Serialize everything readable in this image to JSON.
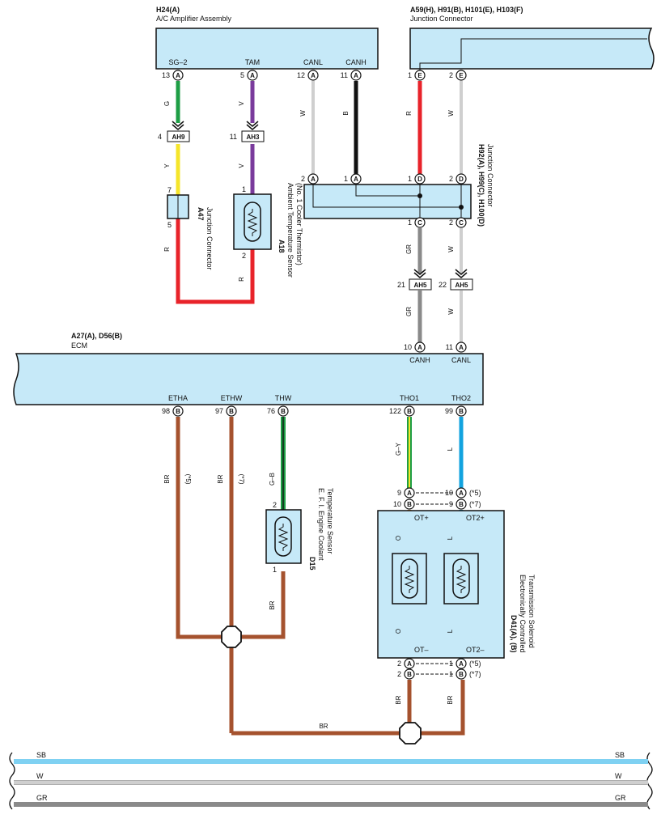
{
  "components": {
    "h24": {
      "code": "H24(A)",
      "name": "A/C Amplifier Assembly",
      "pins": [
        {
          "num": "13",
          "sig": "SG–2",
          "conn": "A"
        },
        {
          "num": "5",
          "sig": "TAM",
          "conn": "A"
        },
        {
          "num": "12",
          "sig": "CANL",
          "conn": "A"
        },
        {
          "num": "11",
          "sig": "CANH",
          "conn": "A"
        }
      ]
    },
    "jc_top": {
      "code": "A59(H), H91(B), H101(E), H103(F)",
      "name": "Junction Connector",
      "pins": [
        {
          "num": "1",
          "conn": "E"
        },
        {
          "num": "2",
          "conn": "E"
        }
      ]
    },
    "a47": {
      "code": "A47",
      "name": "Junction Connector",
      "pin_top": "7",
      "pin_bottom": "5"
    },
    "a18": {
      "code": "A18",
      "name": "Ambient Temperature Sensor",
      "sub": "(No. 1 Cooler Thermistor)",
      "pin_top": "1",
      "pin_bottom": "2"
    },
    "h92": {
      "code": "H92(A), H99(C), H100(D)",
      "name": "Junction Connector",
      "top_pins": [
        {
          "num": "2",
          "conn": "A"
        },
        {
          "num": "1",
          "conn": "A"
        },
        {
          "num": "1",
          "conn": "D"
        },
        {
          "num": "2",
          "conn": "D"
        }
      ],
      "bottom_pins": [
        {
          "num": "1",
          "conn": "C"
        },
        {
          "num": "2",
          "conn": "C"
        }
      ]
    },
    "ecm": {
      "code": "A27(A), D56(B)",
      "name": "ECM",
      "top_pins": [
        {
          "num": "10",
          "conn": "A",
          "sig": "CANH"
        },
        {
          "num": "11",
          "conn": "A",
          "sig": "CANL"
        }
      ],
      "bottom_pins": [
        {
          "num": "98",
          "conn": "B",
          "sig": "ETHA"
        },
        {
          "num": "97",
          "conn": "B",
          "sig": "ETHW"
        },
        {
          "num": "76",
          "conn": "B",
          "sig": "THW"
        },
        {
          "num": "122",
          "conn": "B",
          "sig": "THO1"
        },
        {
          "num": "99",
          "conn": "B",
          "sig": "THO2"
        }
      ]
    },
    "d15": {
      "code": "D15",
      "name": "E. F. I. Engine Coolant",
      "sub": "Temperature Sensor",
      "pin_top": "2",
      "pin_bottom": "1"
    },
    "d41": {
      "code": "D41(A), (B)",
      "name": "Electronically Controlled",
      "sub": "Transmission Solenoid",
      "top_rows": [
        {
          "l": "9",
          "lc": "A",
          "r": "10",
          "rc": "A",
          "note": "(*5)"
        },
        {
          "l": "10",
          "lc": "B",
          "r": "9",
          "rc": "B",
          "note": "(*7)"
        }
      ],
      "bottom_rows": [
        {
          "l": "2",
          "lc": "A",
          "r": "1",
          "rc": "A",
          "note": "(*5)"
        },
        {
          "l": "2",
          "lc": "B",
          "r": "1",
          "rc": "B",
          "note": "(*7)"
        }
      ],
      "terminals": {
        "ot_plus": "OT+",
        "ot2_plus": "OT2+",
        "ot_minus": "OT–",
        "ot2_minus": "OT2–"
      }
    }
  },
  "connectors": {
    "ah9": "AH9",
    "ah3": "AH3",
    "ah5a": "AH5",
    "ah5b": "AH5",
    "ah9_pin": "4",
    "ah3_pin": "11",
    "ah5a_pin": "21",
    "ah5b_pin": "22"
  },
  "wire_colors": {
    "g": "G",
    "v1": "V",
    "v2": "V",
    "w1": "W",
    "b": "B",
    "r1": "R",
    "w2": "W",
    "y": "Y",
    "r2": "R",
    "r3": "R",
    "gr1": "GR",
    "w3": "W",
    "gr2": "GR",
    "w4": "W",
    "br1": "BR",
    "br2": "BR",
    "gb": "G–B",
    "gy": "G–Y",
    "l1": "L",
    "o1": "O",
    "l2": "L",
    "o2": "O",
    "l3": "L",
    "br3": "BR",
    "br4": "BR",
    "br5": "BR",
    "br6": "BR"
  },
  "notes": {
    "n5": "(*5)",
    "n7": "(*7)"
  },
  "bus": [
    {
      "label": "SB",
      "color": "#7fd1f2"
    },
    {
      "label": "W",
      "color": "#cfcfcf"
    },
    {
      "label": "GR",
      "color": "#8a8a8a"
    }
  ],
  "colors": {
    "box_fill": "#c6e9f8",
    "green": "#1e9e45",
    "purple": "#7a3b9c",
    "black": "#111111",
    "red": "#e8232a",
    "white_wire": "#d8d8d8",
    "yellow": "#f5e52a",
    "gray": "#8a8a8a",
    "brown": "#a5522e",
    "orange": "#f5921e",
    "blue": "#12a3df"
  }
}
